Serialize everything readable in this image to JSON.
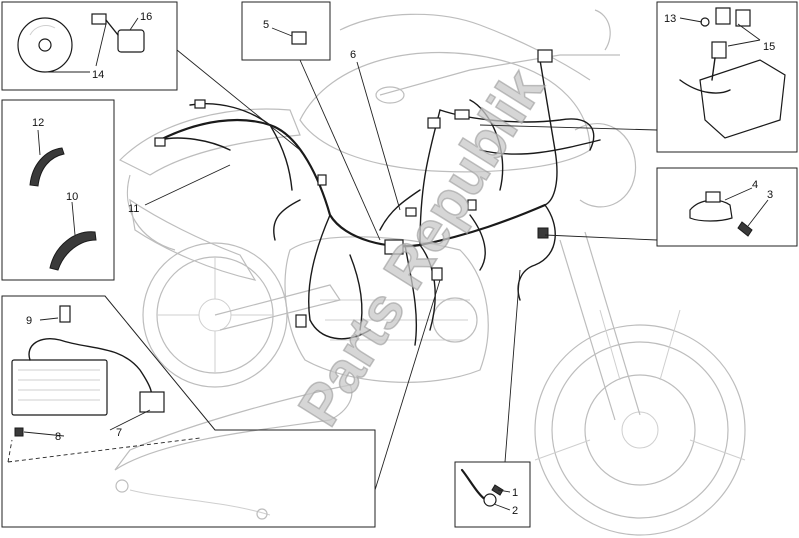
{
  "diagram": {
    "watermark_text": "Parts Republik",
    "callouts": {
      "c1": "1",
      "c2": "2",
      "c3": "3",
      "c4": "4",
      "c5": "5",
      "c6": "6",
      "c7": "7",
      "c8": "8",
      "c9": "9",
      "c10": "10",
      "c11": "11",
      "c12": "12",
      "c13": "13",
      "c14": "14",
      "c15": "15",
      "c16": "16"
    }
  }
}
